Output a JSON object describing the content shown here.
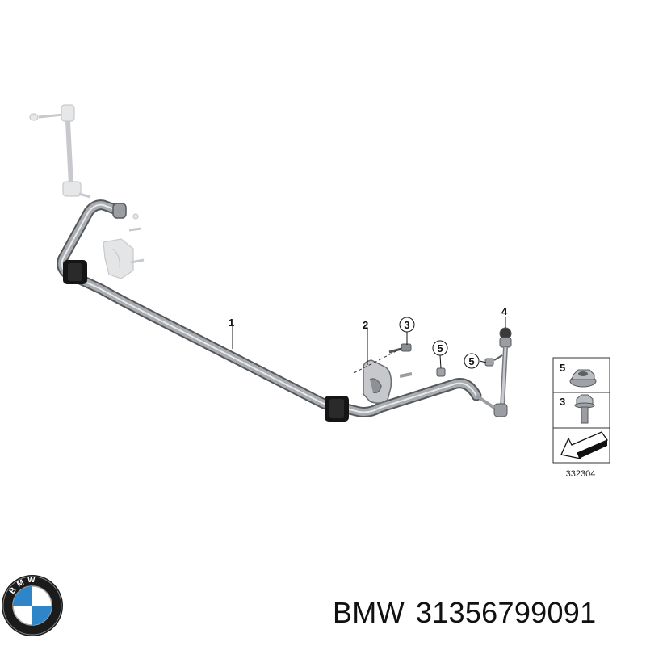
{
  "callouts": {
    "part1": "1",
    "part2": "2",
    "part3": "3",
    "part4": "4",
    "part5": "5",
    "part5b": "5"
  },
  "legend": {
    "item5": "5",
    "item3": "3",
    "diagram_code": "332304"
  },
  "brand": {
    "logo_letters": "BMW",
    "name": "BMW",
    "part_number": "31356799091"
  },
  "colors": {
    "bar": "#a9acb0",
    "bar_outline": "#55585c",
    "bushing": "#151515",
    "ghost": "#d8d9db",
    "bmw_blue": "#2e86c8"
  }
}
